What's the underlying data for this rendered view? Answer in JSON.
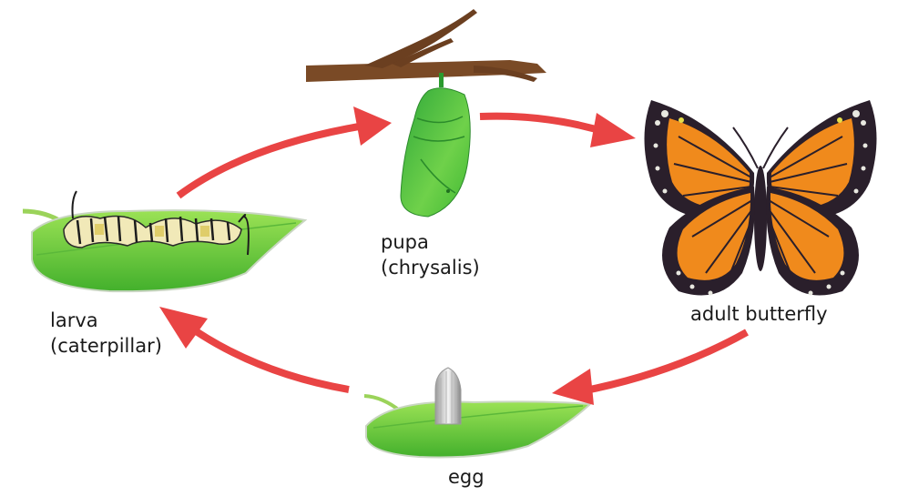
{
  "diagram": {
    "title": "Butterfly life cycle",
    "colors": {
      "arrow": "#e94444",
      "leaf_light": "#8fdc4a",
      "leaf_dark": "#3fae2a",
      "branch": "#7a4a26",
      "chrysalis": "#3cbf3a",
      "wing_orange": "#f08a1c",
      "wing_border": "#2a1f2b",
      "text": "#1a1a1a"
    },
    "stages": [
      {
        "id": "egg",
        "lines": [
          "egg"
        ],
        "icon": "egg-on-leaf-icon"
      },
      {
        "id": "larva",
        "lines": [
          "larva",
          "(caterpillar)"
        ],
        "icon": "caterpillar-on-leaf-icon"
      },
      {
        "id": "pupa",
        "lines": [
          "pupa",
          "(chrysalis)"
        ],
        "icon": "chrysalis-on-branch-icon"
      },
      {
        "id": "adult",
        "lines": [
          "adult butterfly"
        ],
        "icon": "monarch-butterfly-icon"
      }
    ],
    "cycle": [
      {
        "from": "larva",
        "to": "pupa"
      },
      {
        "from": "pupa",
        "to": "adult"
      },
      {
        "from": "adult",
        "to": "egg"
      },
      {
        "from": "egg",
        "to": "larva"
      }
    ]
  }
}
